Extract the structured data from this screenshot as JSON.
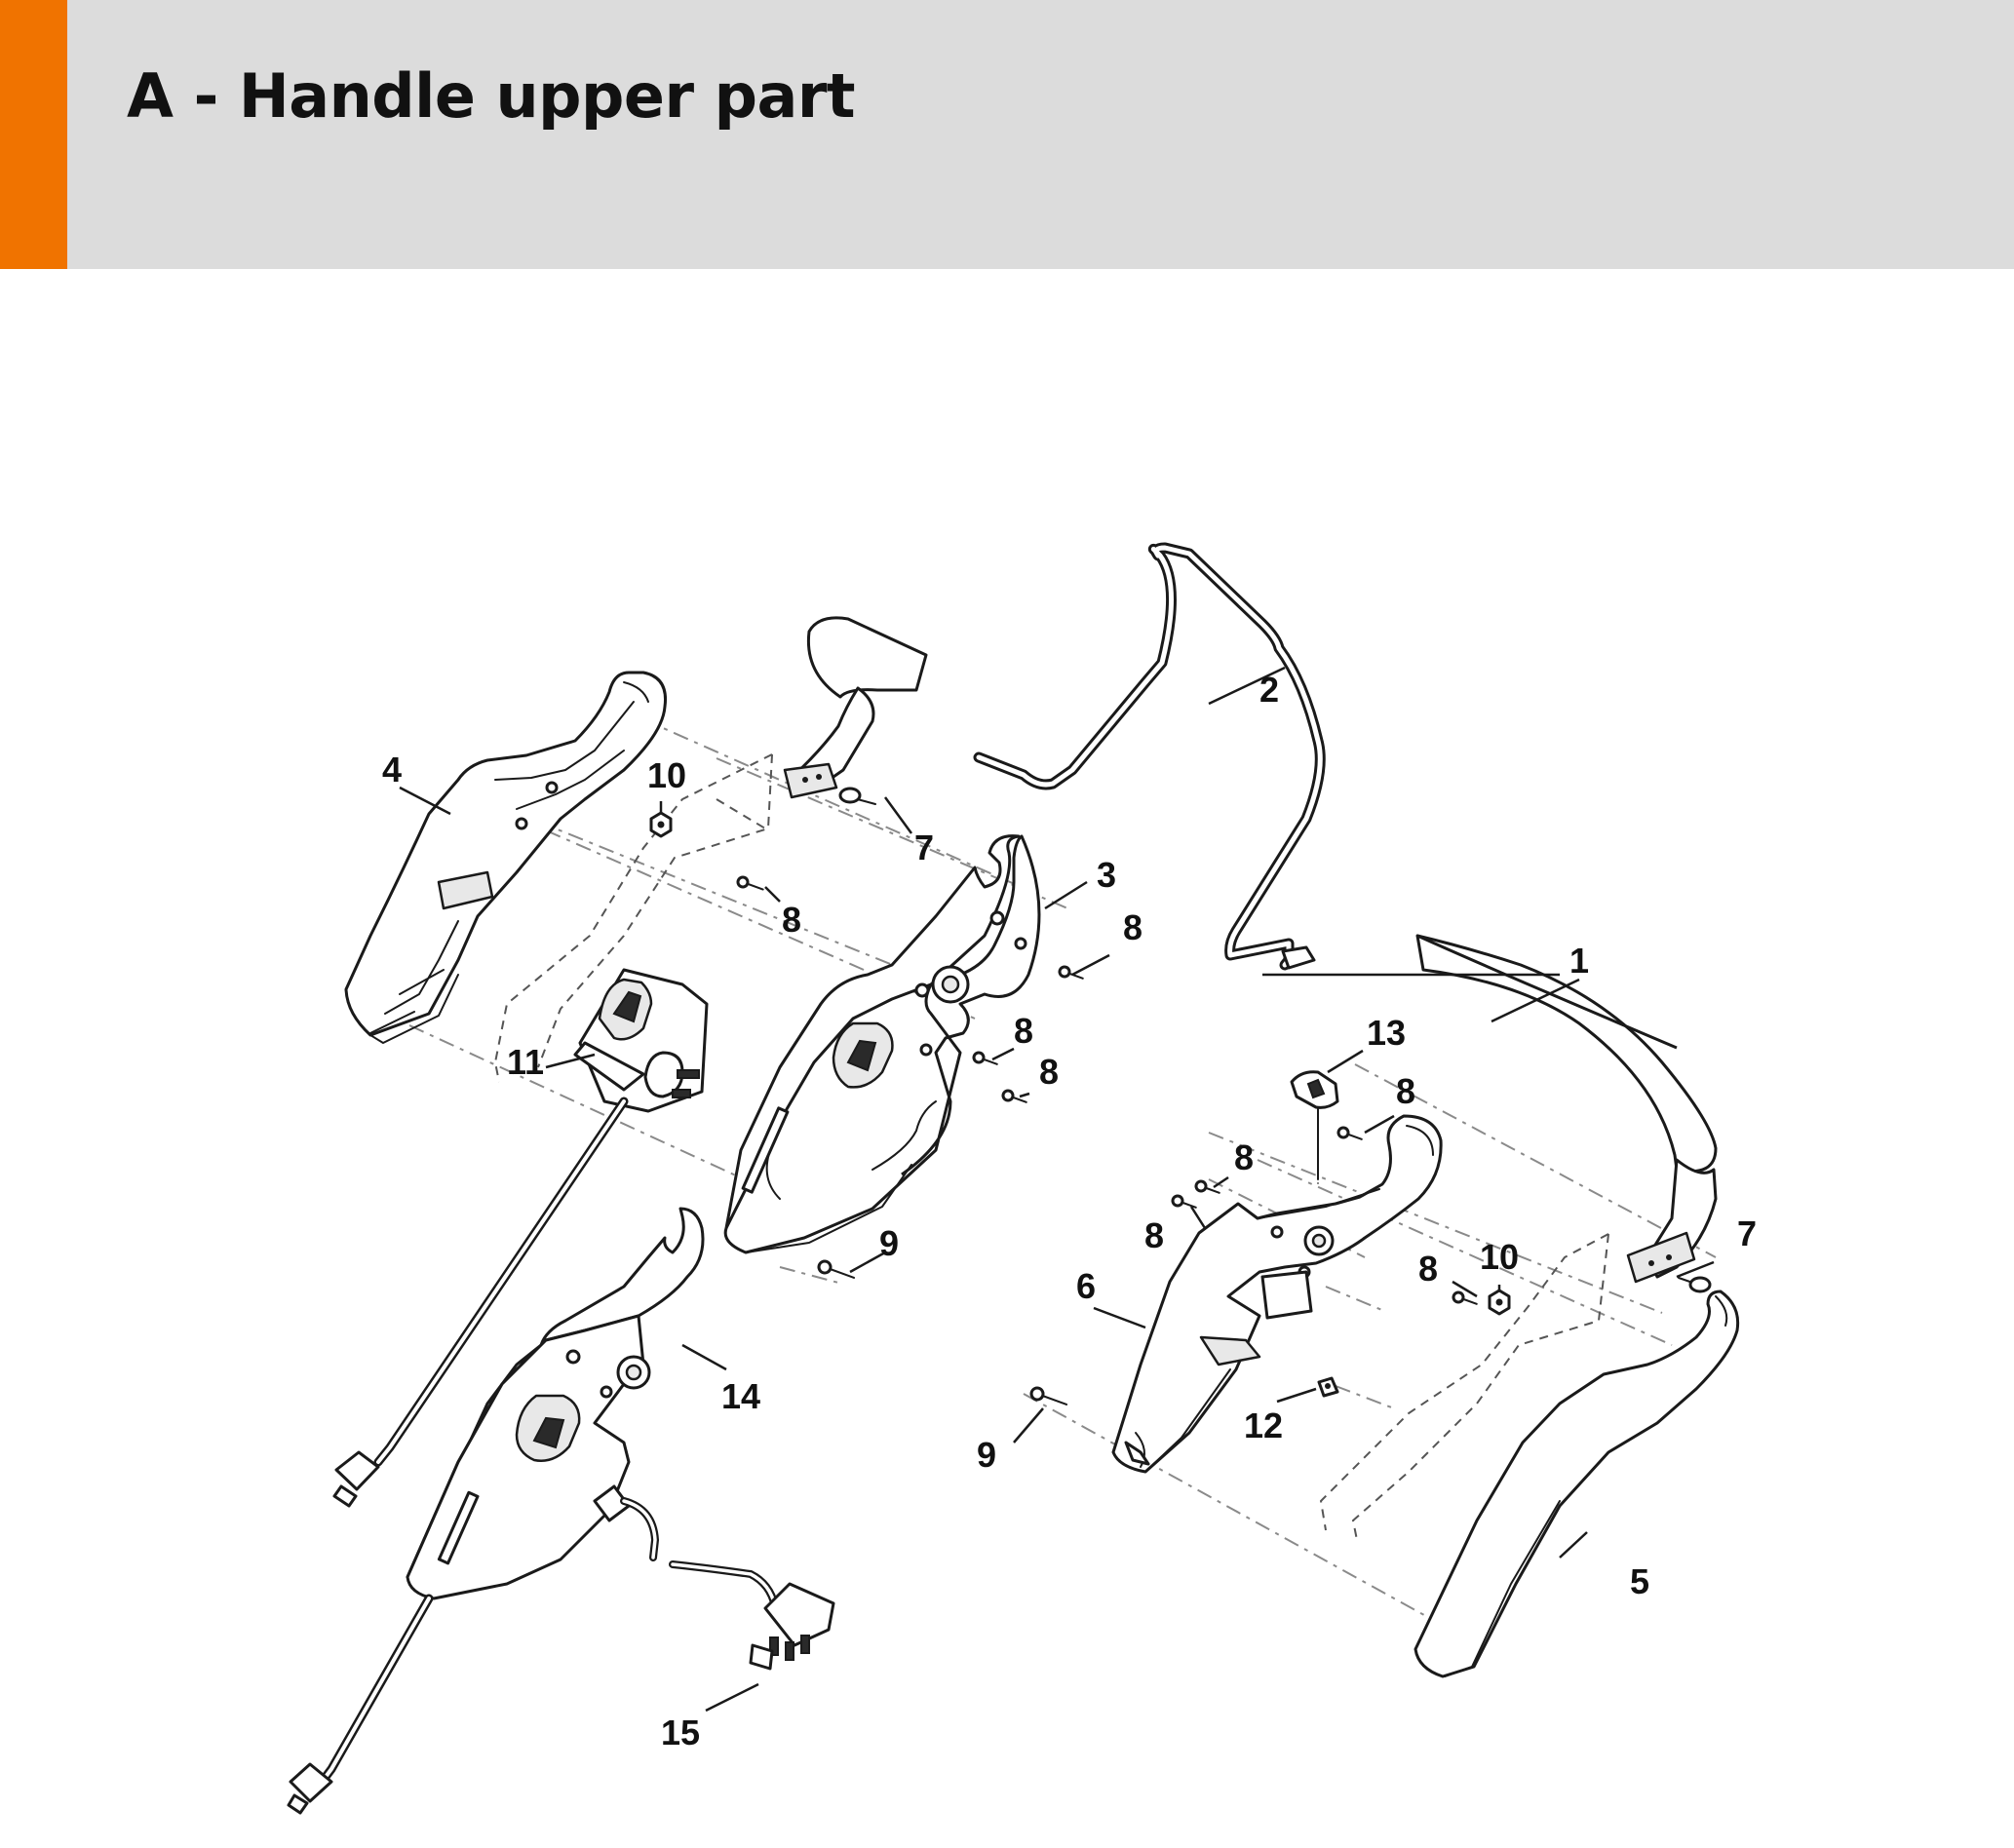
{
  "header": {
    "title": "A - Handle upper part",
    "accent_color": "#f07300",
    "background_color": "#dcdcdc"
  },
  "diagram": {
    "callouts": [
      {
        "id": "c1",
        "label": "1"
      },
      {
        "id": "c2",
        "label": "2"
      },
      {
        "id": "c3",
        "label": "3"
      },
      {
        "id": "c4",
        "label": "4"
      },
      {
        "id": "c5",
        "label": "5"
      },
      {
        "id": "c6",
        "label": "6"
      },
      {
        "id": "c7a",
        "label": "7"
      },
      {
        "id": "c7b",
        "label": "7"
      },
      {
        "id": "c8a",
        "label": "8"
      },
      {
        "id": "c8b",
        "label": "8"
      },
      {
        "id": "c8c",
        "label": "8"
      },
      {
        "id": "c8d",
        "label": "8"
      },
      {
        "id": "c8e",
        "label": "8"
      },
      {
        "id": "c8f",
        "label": "8"
      },
      {
        "id": "c8g",
        "label": "8"
      },
      {
        "id": "c8h",
        "label": "8"
      },
      {
        "id": "c9a",
        "label": "9"
      },
      {
        "id": "c9b",
        "label": "9"
      },
      {
        "id": "c10a",
        "label": "10"
      },
      {
        "id": "c10b",
        "label": "10"
      },
      {
        "id": "c11",
        "label": "11"
      },
      {
        "id": "c12",
        "label": "12"
      },
      {
        "id": "c13",
        "label": "13"
      },
      {
        "id": "c14",
        "label": "14"
      },
      {
        "id": "c15",
        "label": "15"
      }
    ]
  }
}
